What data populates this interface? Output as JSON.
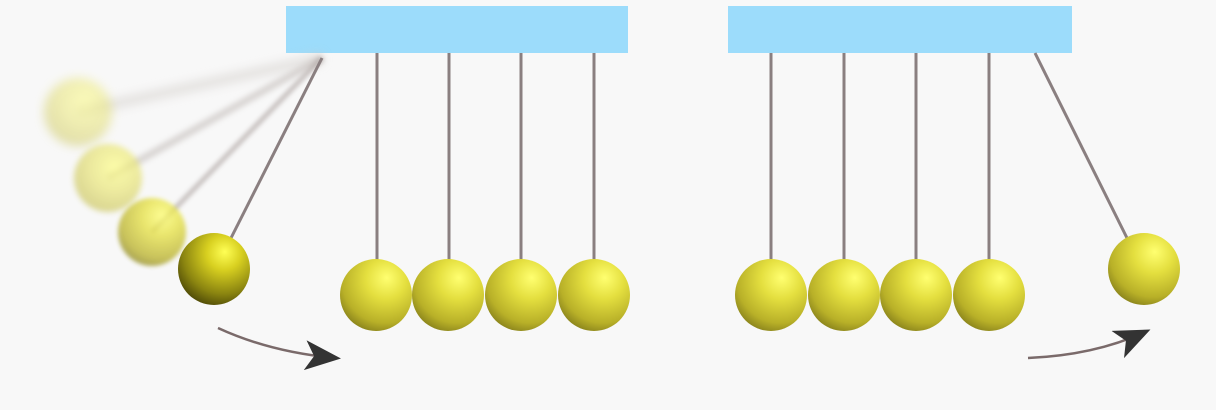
{
  "colors": {
    "background": "#f8f8f8",
    "frame": "#9cdcfb",
    "string": "#8a7f80",
    "ball_highlight": "#ffff66",
    "ball_mid": "#d8d23a",
    "ball_shadow": "#6f6a10",
    "arrow": "#333333",
    "arrow_line": "#7a6a6a"
  },
  "panels": [
    {
      "name": "before-impact",
      "motion_arrow_direction": "right",
      "swinging_ball_side": "left",
      "resting_balls": 4,
      "ghost_trail_balls": 3
    },
    {
      "name": "after-impact",
      "motion_arrow_direction": "up-right",
      "swinging_ball_side": "right",
      "resting_balls": 4,
      "ghost_trail_balls": 0
    }
  ],
  "icons": {
    "arrow_left_panel": "curved-arrow-icon",
    "arrow_right_panel": "curved-arrow-icon"
  }
}
